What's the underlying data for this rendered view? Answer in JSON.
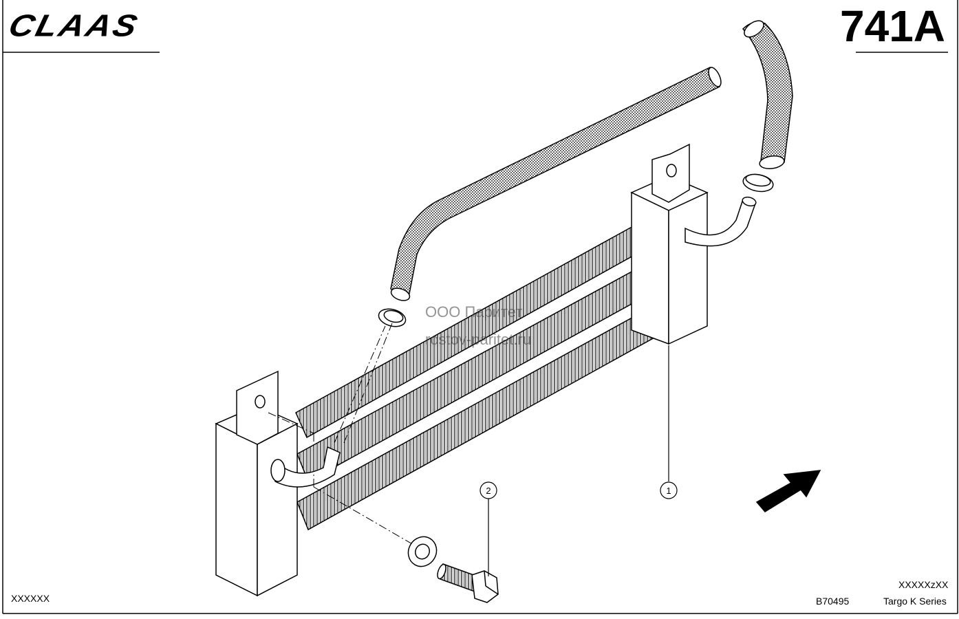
{
  "header": {
    "brand": "CLAAS",
    "page_code": "741A"
  },
  "watermark": {
    "line1": "ООО Паритет",
    "line2": "rostov-paritet.ru"
  },
  "callouts": [
    {
      "number": "1"
    },
    {
      "number": "2"
    }
  ],
  "footer": {
    "left_code": "XXXXXX",
    "right_code": "XXXXXzXX",
    "drawing_number": "B70495",
    "series": "Targo K Series"
  }
}
